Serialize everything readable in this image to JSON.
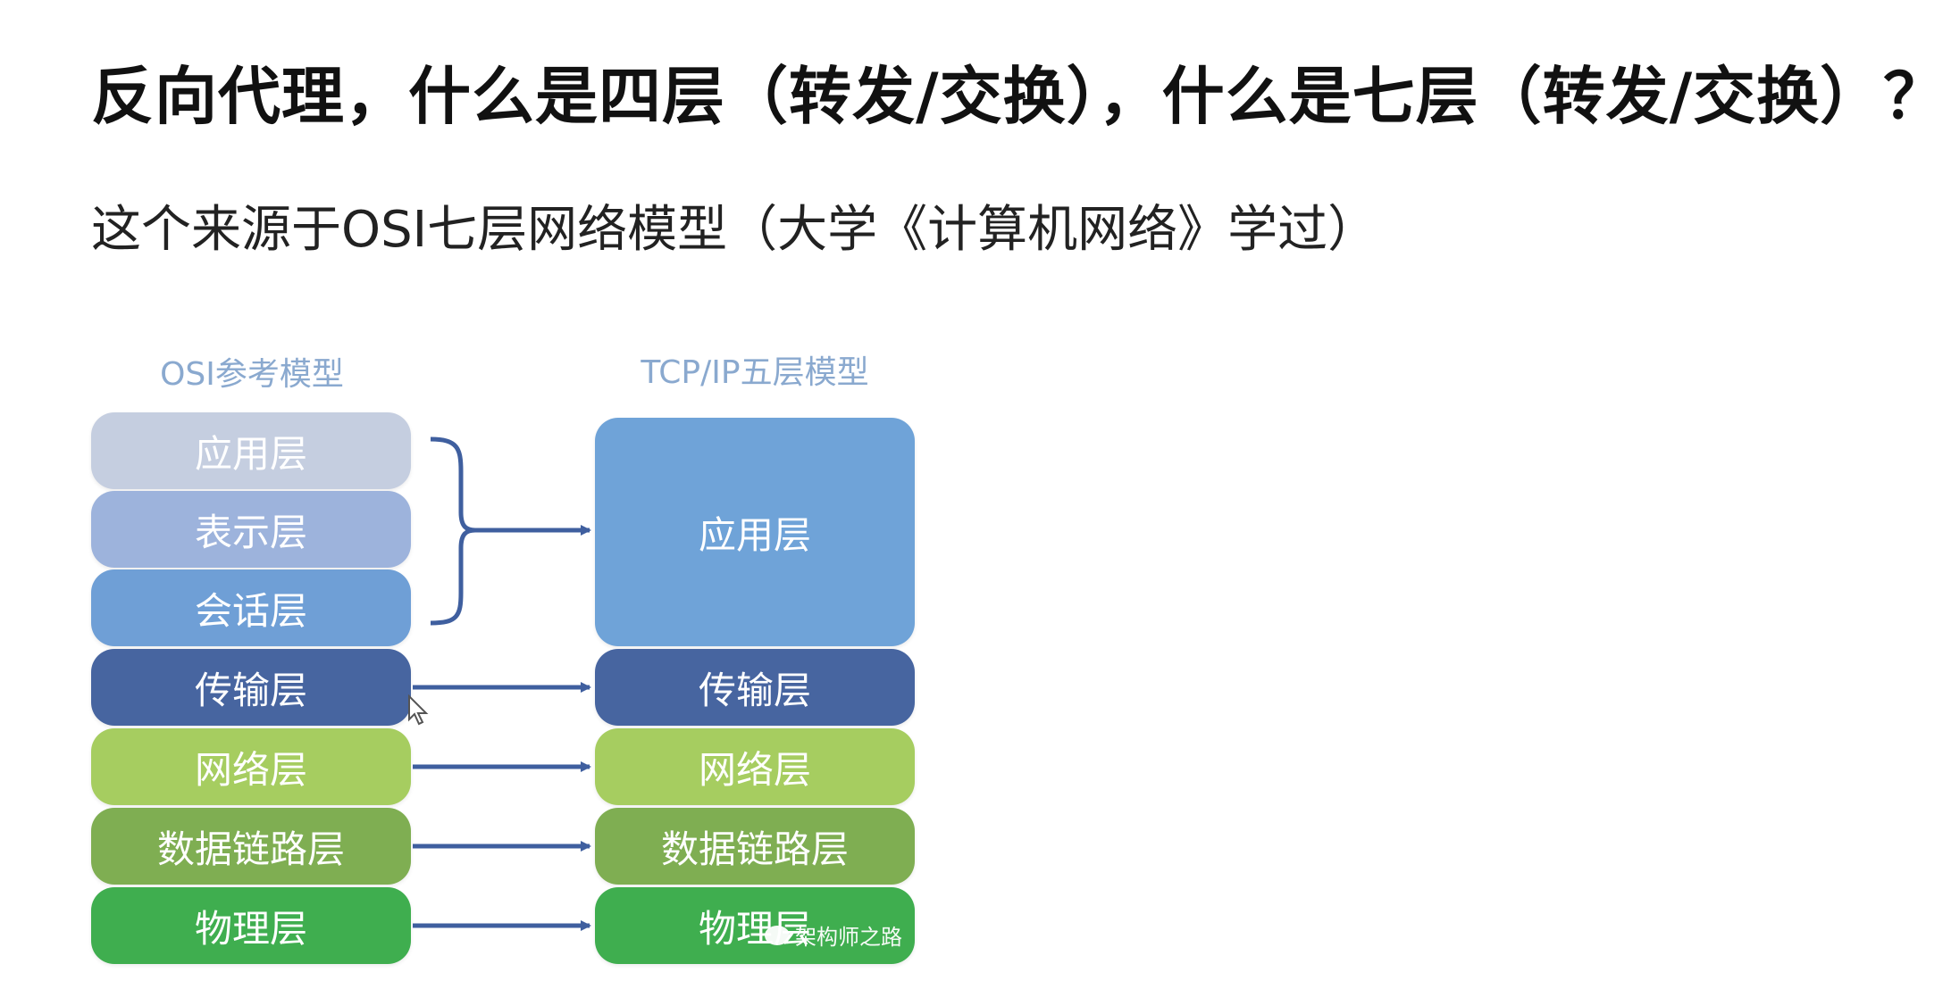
{
  "title": "反向代理，什么是四层（转发/交换），什么是七层（转发/交换）？",
  "subtitle": "这个来源于OSI七层网络模型（大学《计算机网络》学过）",
  "osi": {
    "heading": "OSI参考模型",
    "layers": [
      {
        "label": "应用层",
        "color": "#c5cee0"
      },
      {
        "label": "表示层",
        "color": "#9db3dc"
      },
      {
        "label": "会话层",
        "color": "#6f9fd6"
      },
      {
        "label": "传输层",
        "color": "#4765a0"
      },
      {
        "label": "网络层",
        "color": "#a6cd60"
      },
      {
        "label": "数据链路层",
        "color": "#7fae52"
      },
      {
        "label": "物理层",
        "color": "#3fae4f"
      }
    ]
  },
  "tcpip": {
    "heading": "TCP/IP五层模型",
    "layers": [
      {
        "label": "应用层",
        "color": "#6fa3d8"
      },
      {
        "label": "传输层",
        "color": "#4765a0"
      },
      {
        "label": "网络层",
        "color": "#a6cd60"
      },
      {
        "label": "数据链路层",
        "color": "#7fae52"
      },
      {
        "label": "物理层",
        "color": "#3fae4f"
      }
    ]
  },
  "watermark": "架构师之路",
  "connector_color": "#3f5f9f"
}
